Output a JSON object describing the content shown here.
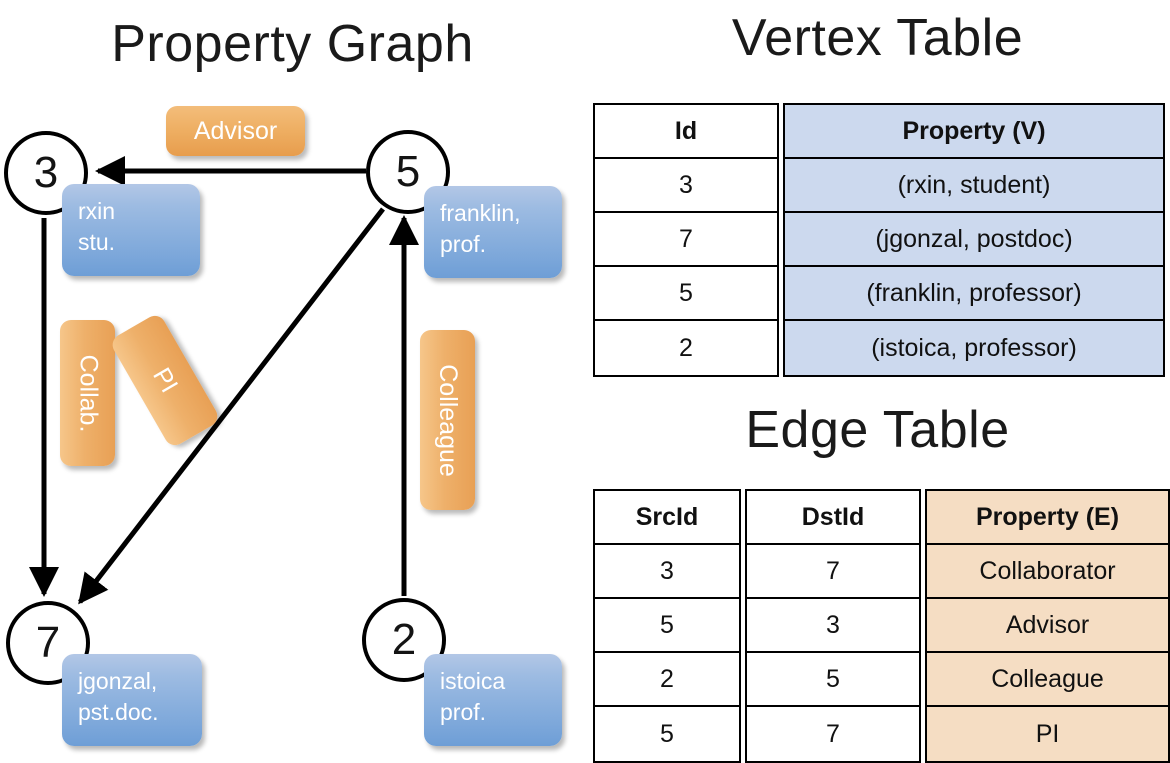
{
  "titles": {
    "property_graph": "Property Graph",
    "vertex_table": "Vertex Table",
    "edge_table": "Edge Table"
  },
  "graph": {
    "nodes": [
      {
        "id": "3",
        "property_line1": "rxin",
        "property_line2": "stu."
      },
      {
        "id": "5",
        "property_line1": "franklin,",
        "property_line2": "prof."
      },
      {
        "id": "7",
        "property_line1": "jgonzal,",
        "property_line2": "pst.doc."
      },
      {
        "id": "2",
        "property_line1": "istoica",
        "property_line2": "prof."
      }
    ],
    "edge_labels": [
      {
        "name": "advisor",
        "text": "Advisor"
      },
      {
        "name": "collab",
        "text": "Collab."
      },
      {
        "name": "pi",
        "text": "PI"
      },
      {
        "name": "colleague",
        "text": "Colleague"
      }
    ]
  },
  "vertex_table": {
    "headers": [
      "Id",
      "Property (V)"
    ],
    "rows": [
      {
        "id": "3",
        "property": "(rxin, student)"
      },
      {
        "id": "7",
        "property": "(jgonzal, postdoc)"
      },
      {
        "id": "5",
        "property": "(franklin, professor)"
      },
      {
        "id": "2",
        "property": "(istoica, professor)"
      }
    ]
  },
  "edge_table": {
    "headers": [
      "SrcId",
      "DstId",
      "Property (E)"
    ],
    "rows": [
      {
        "src": "3",
        "dst": "7",
        "property": "Collaborator"
      },
      {
        "src": "5",
        "dst": "3",
        "property": "Advisor"
      },
      {
        "src": "2",
        "dst": "5",
        "property": "Colleague"
      },
      {
        "src": "5",
        "dst": "7",
        "property": "PI"
      }
    ]
  },
  "colors": {
    "vertex_property_fill": "#ccd9ee",
    "edge_property_fill": "#f5ddc3",
    "node_box_blue": "#7ca7da",
    "edge_label_orange": "#eeb06a",
    "stroke": "#000000",
    "background": "#ffffff"
  }
}
